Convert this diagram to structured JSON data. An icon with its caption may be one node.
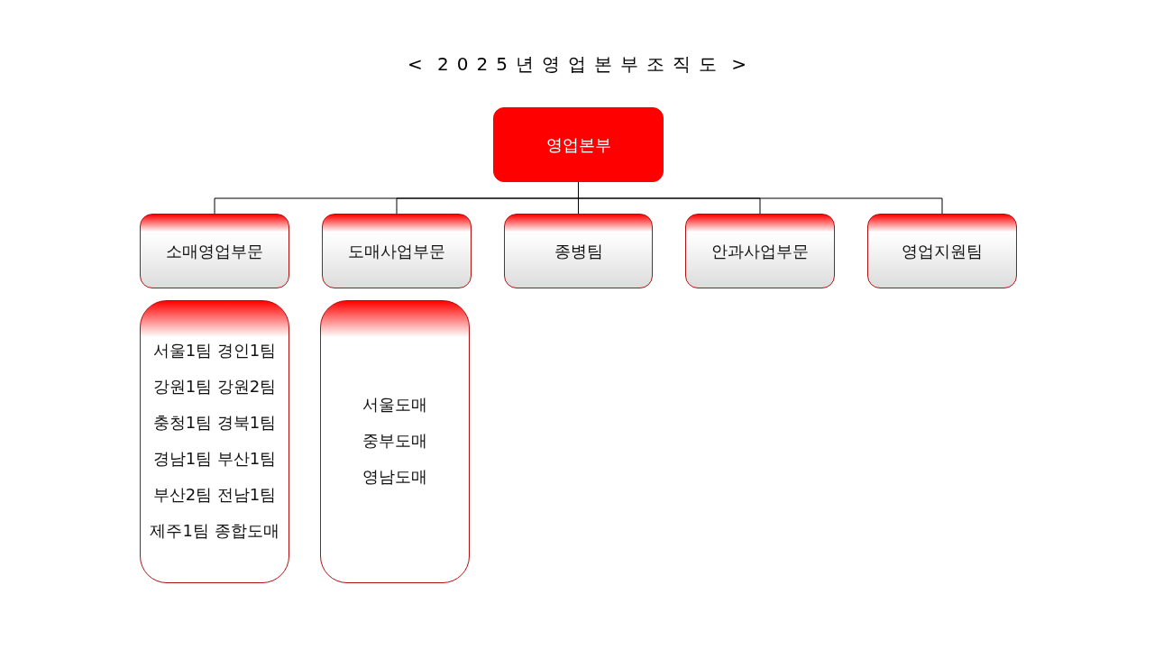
{
  "diagram": {
    "title": "< 2025년영업본부조직도 >",
    "nodes": [
      {
        "text": [
          "영업본부"
        ]
      },
      {
        "text": [
          "소매영업부문"
        ]
      },
      {
        "text": [
          "도매사업부문"
        ]
      },
      {
        "text": [
          "종병팀"
        ]
      },
      {
        "text": [
          "안과사업부문"
        ]
      },
      {
        "text": [
          "영업지원팀"
        ]
      },
      {
        "text": [
          "서울1팀 경인1팀",
          "강원1팀 강원2팀",
          "충청1팀 경북1팀",
          "경남1팀 부산1팀",
          "부산2팀 전남1팀",
          "제주1팀 종합도매"
        ]
      },
      {
        "text": [
          "서울도매",
          "중부도매",
          "영남도매"
        ]
      }
    ],
    "edges": [
      {
        "from": 0,
        "to": 1,
        "arrow": "none"
      },
      {
        "from": 0,
        "to": 2,
        "arrow": "none"
      },
      {
        "from": 0,
        "to": 3,
        "arrow": "none"
      },
      {
        "from": 0,
        "to": 4,
        "arrow": "none"
      },
      {
        "from": 0,
        "to": 5,
        "arrow": "none"
      }
    ]
  }
}
